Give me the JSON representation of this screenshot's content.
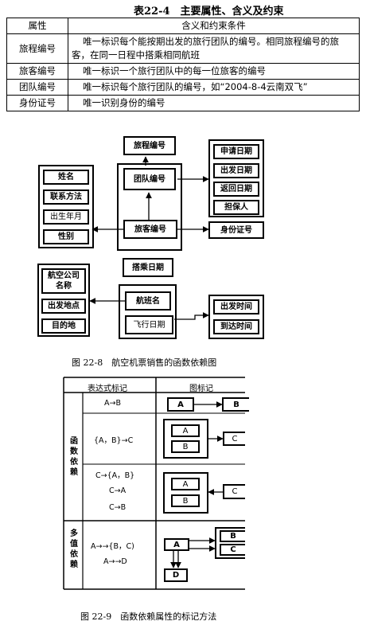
{
  "table": {
    "title": "表22-4　主要属性、含义及约束",
    "header": {
      "attr": "属性",
      "meaning": "含义和约束条件"
    },
    "rows": [
      {
        "attr": "旅程编号",
        "meaning": "唯一标识每个能按期出发的旅行团队的编号。相同旅程编号的旅客，在同一日程中搭乘相同航班"
      },
      {
        "attr": "旅客编号",
        "meaning": "唯一标识一个旅行团队中的每一位旅客的编号"
      },
      {
        "attr": "团队编号",
        "meaning": "唯一标识每个旅行团队的编号，如“2004-8-4云南双飞”"
      },
      {
        "attr": "身份证号",
        "meaning": "唯一识别身份的编号"
      }
    ]
  },
  "fig8": {
    "caption": "图 22-8　航空机票销售的函数依赖图",
    "left_group": [
      "姓名",
      "联系方法",
      "出生年月",
      "性别"
    ],
    "center": [
      "旅程编号",
      "团队编号",
      "旅客编号",
      "搭乘日期",
      "航班名",
      "飞行日期"
    ],
    "right_top": [
      "申请日期",
      "出发日期",
      "返回日期",
      "担保人"
    ],
    "id_number": "身份证号",
    "left_bottom": [
      "航空公司名称",
      "出发地点",
      "目的地"
    ],
    "right_bottom": [
      "出发时间",
      "到达时间"
    ]
  },
  "fig9": {
    "caption": "图 22-9　函数依赖属性的标记方法",
    "header": {
      "expr": "表达式标记",
      "graph": "图标记"
    },
    "group1_label": "函数依赖",
    "group2_label": "多值依赖",
    "row1": "A→B",
    "row2": "{A，B}→C",
    "row3": [
      "C→{A，B}",
      "C→A",
      "C→B"
    ],
    "row4": [
      "A→→{B，C)",
      "A→→D"
    ],
    "boxes": {
      "A": "A",
      "B": "B",
      "C": "C",
      "D": "D"
    }
  }
}
